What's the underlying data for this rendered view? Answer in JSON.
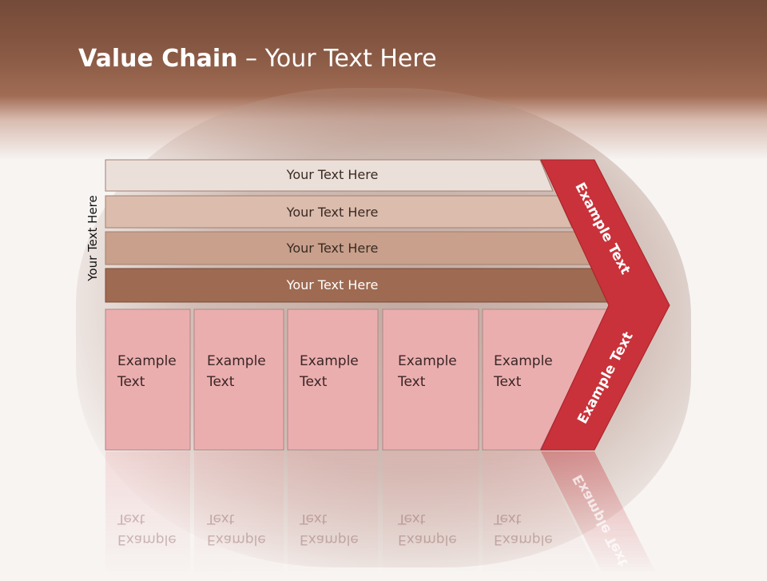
{
  "slide": {
    "title_bold": "Value Chain",
    "title_rest": " – Your Text Here",
    "side_label": "Your Text Here"
  },
  "bars": [
    {
      "label": "Your Text Here",
      "color": "#ebdfda"
    },
    {
      "label": "Your Text Here",
      "color": "#dbbcad"
    },
    {
      "label": "Your Text Here",
      "color": "#c8a08c"
    },
    {
      "label": "Your Text Here",
      "color": "#9e6a51"
    }
  ],
  "boxes": [
    {
      "label": "Example\nText"
    },
    {
      "label": "Example\nText"
    },
    {
      "label": "Example\nText"
    },
    {
      "label": "Example\nText"
    },
    {
      "label": "Example\nText"
    }
  ],
  "chevron": {
    "upper_label": "Example Text",
    "lower_label": "Example Text",
    "color": "#c9323a"
  },
  "colors": {
    "box_fill": "#ebaeaf",
    "box_stroke": "#b08585"
  }
}
